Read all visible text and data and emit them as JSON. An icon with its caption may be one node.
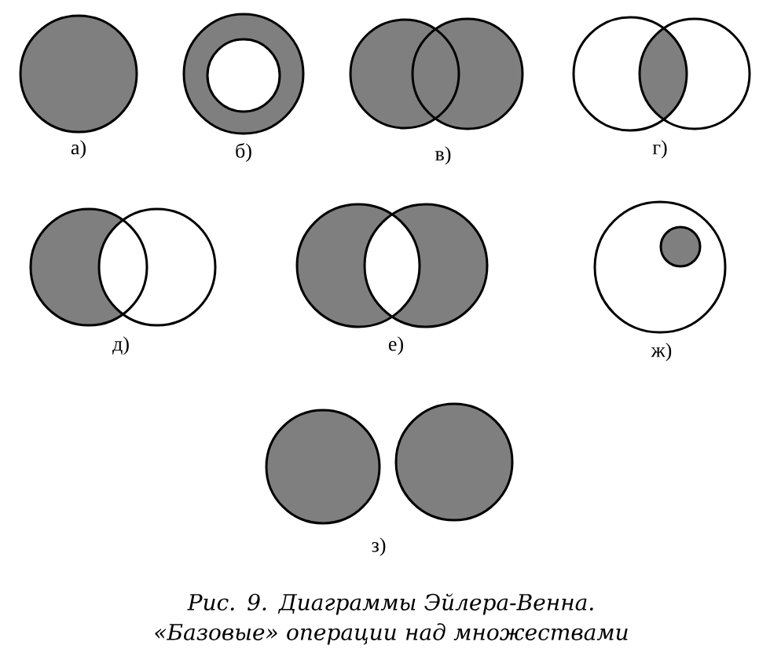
{
  "diagram": {
    "caption": "Рис. 9. Диаграммы Эйлера-Венна. «Базовые» операции над множествами",
    "labels": [
      "а)",
      "б)",
      "в)",
      "г)",
      "д)",
      "е)",
      "ж)",
      "з)"
    ]
  }
}
